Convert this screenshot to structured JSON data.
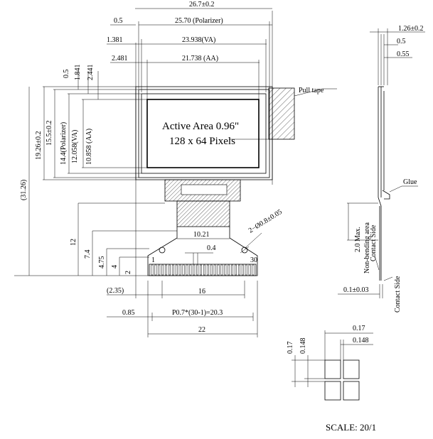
{
  "top_dims": {
    "d_26_7": "26.7±0.2",
    "d_25_70": "25.70 (Polarizer)",
    "d_23_938": "23.938(VA)",
    "d_21_738": "21.738 (AA)",
    "d_0_5": "0.5",
    "d_1_381": "1.381",
    "d_2_481": "2.481"
  },
  "left_dims": {
    "d_0_5v": "0.5",
    "d_1_841": "1.841",
    "d_2_441": "2.441",
    "d_19_26": "19.26±0.2",
    "d_15_5": "15.5±0.2",
    "d_14_4": "14.4(Polarizer)",
    "d_12_058": "12.058(VA)",
    "d_10_858": "10.858 (AA)",
    "d_31_26": "(31.26)",
    "d_12": "12",
    "d_7_4": "7.4",
    "d_4_75": "4.75",
    "d_4": "4",
    "d_2": "2"
  },
  "active_area": {
    "line1": "Active Area 0.96\"",
    "line2": "128 x 64 Pixels"
  },
  "labels": {
    "pull_tape": "Pull tape",
    "glue": "Glue",
    "non_bending_1": "2.0 Max.",
    "non_bending_2": "Non-bending area",
    "contact_side_1": "Contact Side",
    "contact_side_2": "Contact Side",
    "scale": "SCALE: 20/1"
  },
  "fpc_dims": {
    "d_10_21": "10.21",
    "d_0_4": "0.4",
    "d_holes": "2−Ø0.8±0.05",
    "d_2_35": "(2.35)",
    "d_16": "16",
    "d_0_85": "0.85",
    "d_pitch": "P0.7*(30-1)=20.3",
    "d_22": "22",
    "pin_1": "1",
    "pin_30": "30"
  },
  "side_dims": {
    "d_1_26": "1.26±0.2",
    "d_0_5s": "0.5",
    "d_0_55": "0.55",
    "d_0_1": "0.1±0.03"
  },
  "pixel_dims": {
    "d_0_17h": "0.17",
    "d_0_148h": "0.148",
    "d_0_17v": "0.17",
    "d_0_148v": "0.148"
  }
}
